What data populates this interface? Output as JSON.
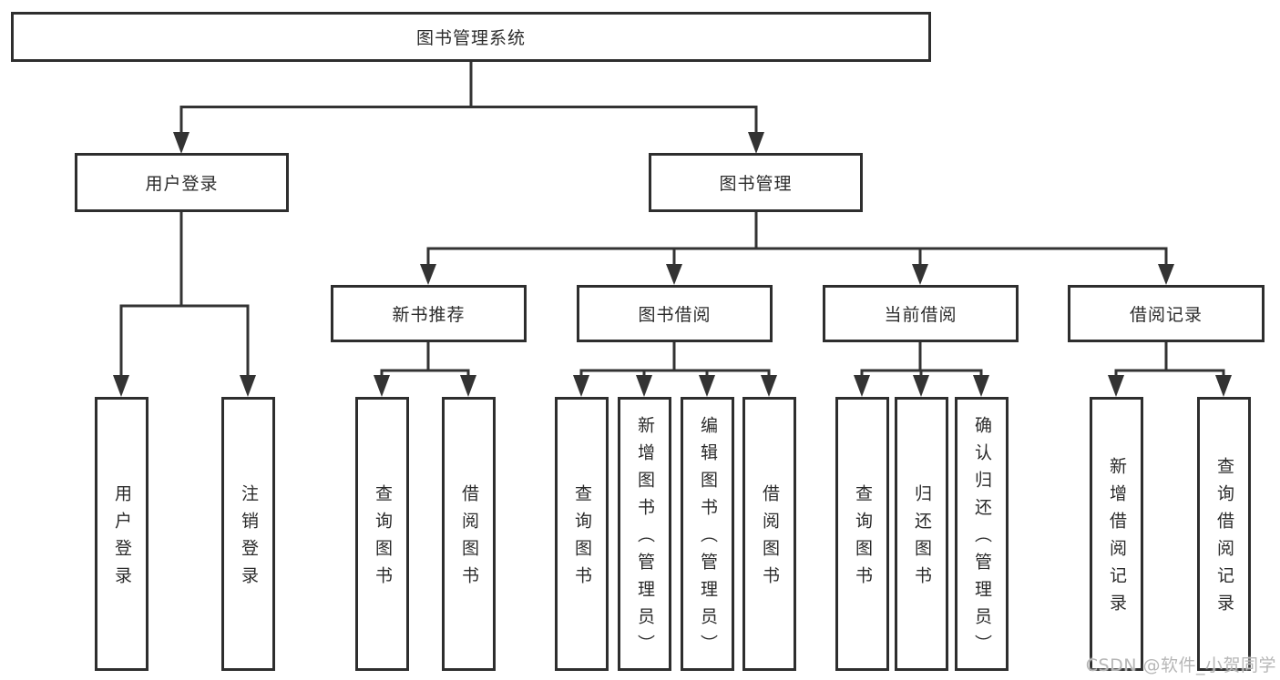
{
  "diagram": {
    "root": {
      "label": "图书管理系统"
    },
    "branches": [
      {
        "label": "用户登录",
        "children": [
          {
            "label": "用户登录"
          },
          {
            "label": "注销登录"
          }
        ]
      },
      {
        "label": "图书管理",
        "children": [
          {
            "label": "新书推荐",
            "children": [
              {
                "label": "查询图书"
              },
              {
                "label": "借阅图书"
              }
            ]
          },
          {
            "label": "图书借阅",
            "children": [
              {
                "label": "查询图书"
              },
              {
                "label": "新增图书（管理员）"
              },
              {
                "label": "编辑图书（管理员）"
              },
              {
                "label": "借阅图书"
              }
            ]
          },
          {
            "label": "当前借阅",
            "children": [
              {
                "label": "查询图书"
              },
              {
                "label": "归还图书"
              },
              {
                "label": "确认归还（管理员）"
              }
            ]
          },
          {
            "label": "借阅记录",
            "children": [
              {
                "label": "新增借阅记录"
              },
              {
                "label": "查询借阅记录"
              }
            ]
          }
        ]
      }
    ]
  },
  "watermark": {
    "text": "CSDN @软件_小贺同学"
  },
  "colors": {
    "line": "#333333",
    "box_border": "#2e2e2e",
    "text": "#2b2b2b",
    "watermark": "#b7b7b7",
    "background": "#ffffff"
  }
}
